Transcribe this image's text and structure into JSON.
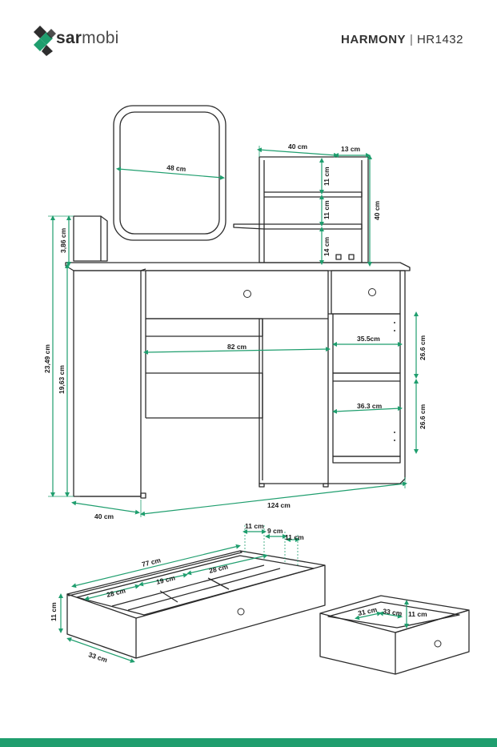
{
  "header": {
    "brand_prefix": "sar",
    "brand_suffix": "mobi",
    "product_name": "HARMONY",
    "separator": "|",
    "product_code": "HR1432"
  },
  "dimensions": {
    "mirror_width": "48 cm",
    "shelf_width": "40 cm",
    "shelf_depth": "13 cm",
    "shelf_height_total": "40 cm",
    "shelf_gap_top": "11 cm",
    "shelf_gap_mid": "11 cm",
    "shelf_gap_bottom": "14 cm",
    "riser_height": "3,86 cm",
    "total_height": "23,49 cm",
    "desk_height": "19,63 cm",
    "knee_width": "82 cm",
    "cabinet_inner_width_top": "35.5cm",
    "cabinet_inner_width_bottom": "36.3 cm",
    "cabinet_height_top": "26.6 cm",
    "cabinet_height_bottom": "26.6 cm",
    "desk_depth": "40 cm",
    "desk_width": "124 cm",
    "drawer_a_comp1": "11 cm",
    "drawer_a_comp2": "9 cm",
    "drawer_a_comp3": "11 cm",
    "drawer_a_length": "77 cm",
    "drawer_a_seg_left": "28 cm",
    "drawer_a_seg_mid": "19 cm",
    "drawer_a_seg_right": "28 cm",
    "drawer_a_height": "11 cm",
    "drawer_a_depth": "33 cm",
    "drawer_b_width": "31 cm",
    "drawer_b_depth": "33 cm",
    "drawer_b_height": "11 cm"
  },
  "colors": {
    "accent": "#1f9e6e",
    "line": "#2b2b2b"
  }
}
